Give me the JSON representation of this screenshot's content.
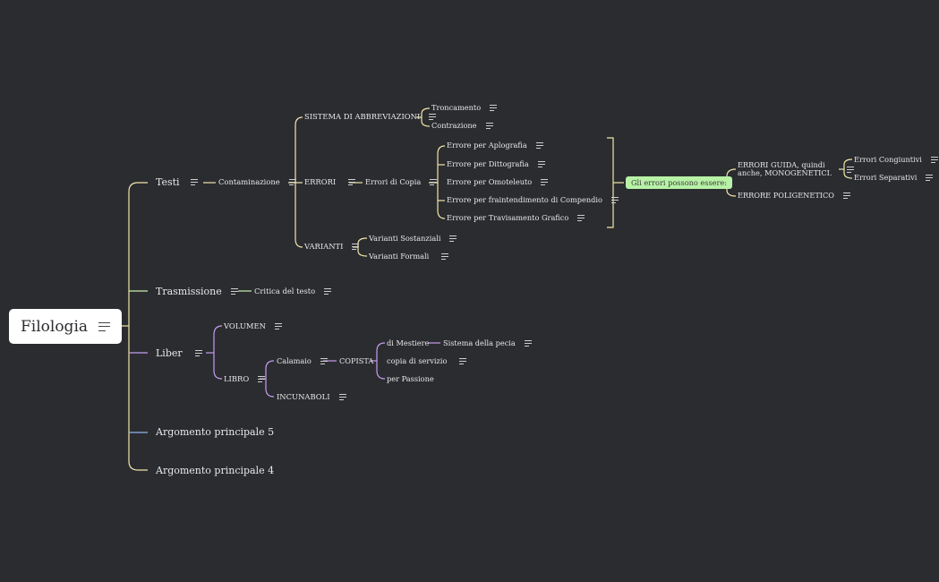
{
  "root": {
    "label": "Filologia"
  },
  "colors": {
    "background": "#2b2c30",
    "yellow": "#f1e6a8",
    "green": "#c6f1b0",
    "purple": "#c79cf0",
    "blue": "#8fb3ee",
    "pill": "#b7f2a6"
  },
  "testi": {
    "label": "Testi",
    "contaminazione": "Contaminazione",
    "sistema": "SISTEMA DI ABBREVIAZIONI",
    "troncamento": "Troncamento",
    "contrazione": "Contrazione",
    "errori": "ERRORI",
    "errori_copia": "Errori di Copia",
    "copia_items": [
      "Errore per Aplografia",
      "Errore per Dittografia",
      "Errore per Omoteleuto",
      "Errore per fraintendimento di Compendio",
      "Errore per Travisamento Grafico"
    ],
    "pill": "Gli errori possono essere:",
    "guida_line1": "ERRORI GUIDA, quindi",
    "guida_line2": "anche, MONOGENETICI.",
    "congiuntivi": "Errori Congiuntivi",
    "separativi": "Errori Separativi",
    "poligenetico": "ERRORE POLIGENETICO",
    "varianti": "VARIANTI",
    "sostanziali": "Varianti Sostanziali",
    "formali": "Varianti Formali"
  },
  "trasmissione": {
    "label": "Trasmissione",
    "critica": "Critica del testo"
  },
  "liber": {
    "label": "Liber",
    "volumen": "VOLUMEN",
    "libro": "LIBRO",
    "calamaio": "Calamaio",
    "copista": "COPISTA",
    "mestiere": "di Mestiere",
    "pecia": "Sistema della pecia",
    "servizio": "copia di servizio",
    "passione": "per Passione",
    "incunaboli": "INCUNABOLI"
  },
  "arg5": {
    "label": "Argomento principale 5"
  },
  "arg4": {
    "label": "Argomento principale 4"
  }
}
